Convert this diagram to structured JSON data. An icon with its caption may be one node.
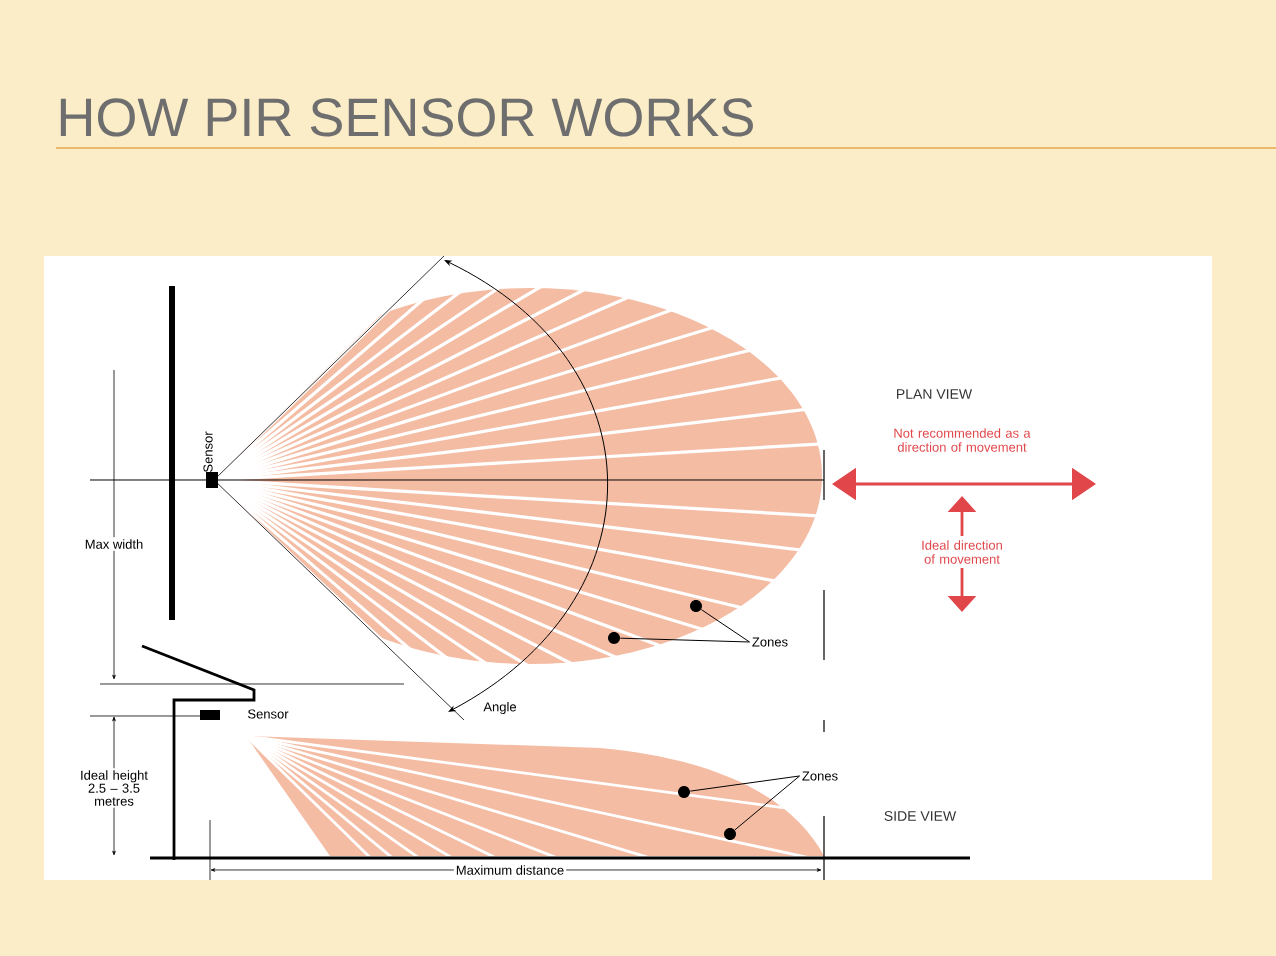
{
  "diagram": {
    "title": "HOW PIR SENSOR WORKS",
    "nodes": [
      {
        "text": [
          "Zones"
        ]
      },
      {
        "text": [],
        "shape": "circle"
      },
      {
        "text": [],
        "shape": "circle"
      },
      {
        "text": [
          "Zones"
        ]
      },
      {
        "text": [],
        "shape": "circle"
      },
      {
        "text": [],
        "shape": "circle"
      }
    ],
    "edges": [
      {
        "from": 0,
        "to": 1,
        "arrow": "none"
      },
      {
        "from": 0,
        "to": 2,
        "arrow": "none"
      },
      {
        "from": 3,
        "to": 4,
        "arrow": "none"
      },
      {
        "from": 3,
        "to": 5,
        "arrow": "none"
      }
    ],
    "labels": [
      "Sensor",
      "PLAN VIEW",
      "Not recommended as a direction of movement",
      "Max width",
      "Ideal direction of movement",
      "Angle",
      "Sensor",
      "Ideal height 2.5 – 3.5 metres",
      "SIDE VIEW",
      "Maximum distance"
    ]
  }
}
